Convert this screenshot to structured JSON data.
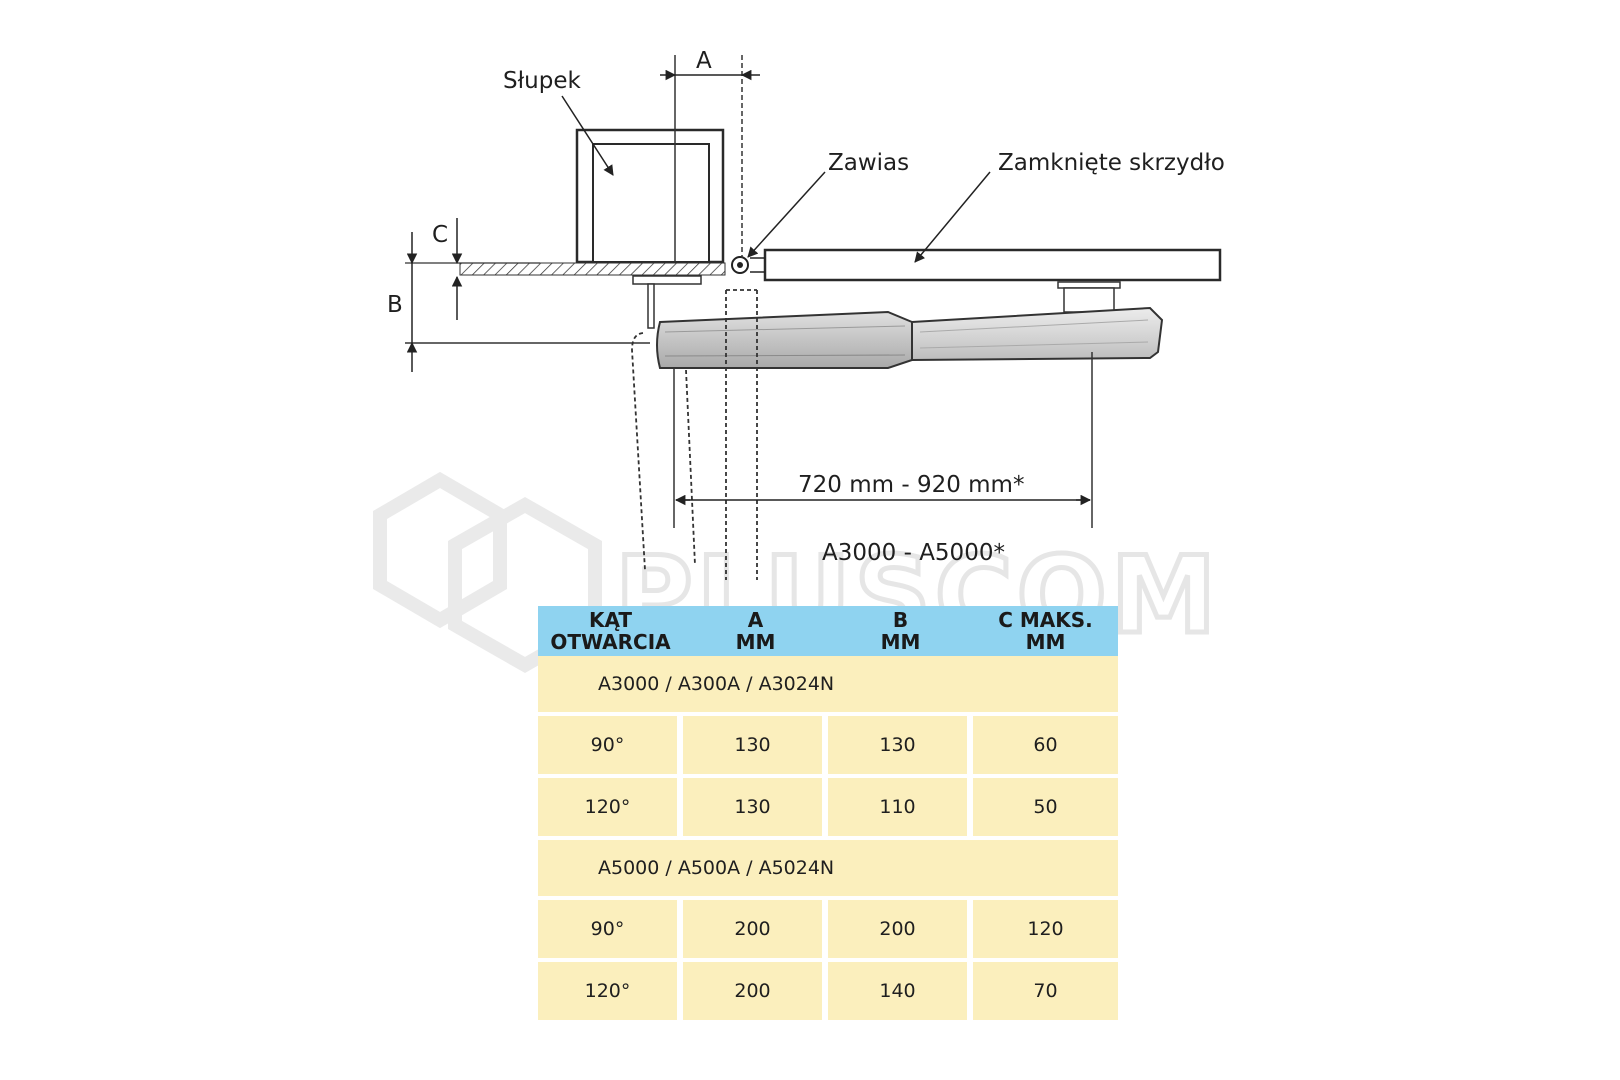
{
  "labels": {
    "slupek": "Słupek",
    "zawias": "Zawias",
    "skrzydlo": "Zamknięte skrzydło",
    "dim_a": "A",
    "dim_b": "B",
    "dim_c": "C",
    "stroke": "720 mm - 920 mm*",
    "models": "A3000 - A5000*"
  },
  "watermark": "PLUSCOM",
  "colors": {
    "header_bg": "#8fd3f0",
    "cell_bg": "#fbefbd",
    "actuator": "#c9c9c9"
  },
  "table": {
    "headers": [
      {
        "line1": "Kąt",
        "line2": "otwarcia"
      },
      {
        "line1": "A",
        "line2": "mm"
      },
      {
        "line1": "B",
        "line2": "mm"
      },
      {
        "line1": "C maks.",
        "line2": "mm"
      }
    ],
    "groups": [
      {
        "name": "A3000 / A300A / A3024N",
        "rows": [
          [
            "90°",
            "130",
            "130",
            "60"
          ],
          [
            "120°",
            "130",
            "110",
            "50"
          ]
        ]
      },
      {
        "name": "A5000 / A500A / A5024N",
        "rows": [
          [
            "90°",
            "200",
            "200",
            "120"
          ],
          [
            "120°",
            "200",
            "140",
            "70"
          ]
        ]
      }
    ]
  }
}
